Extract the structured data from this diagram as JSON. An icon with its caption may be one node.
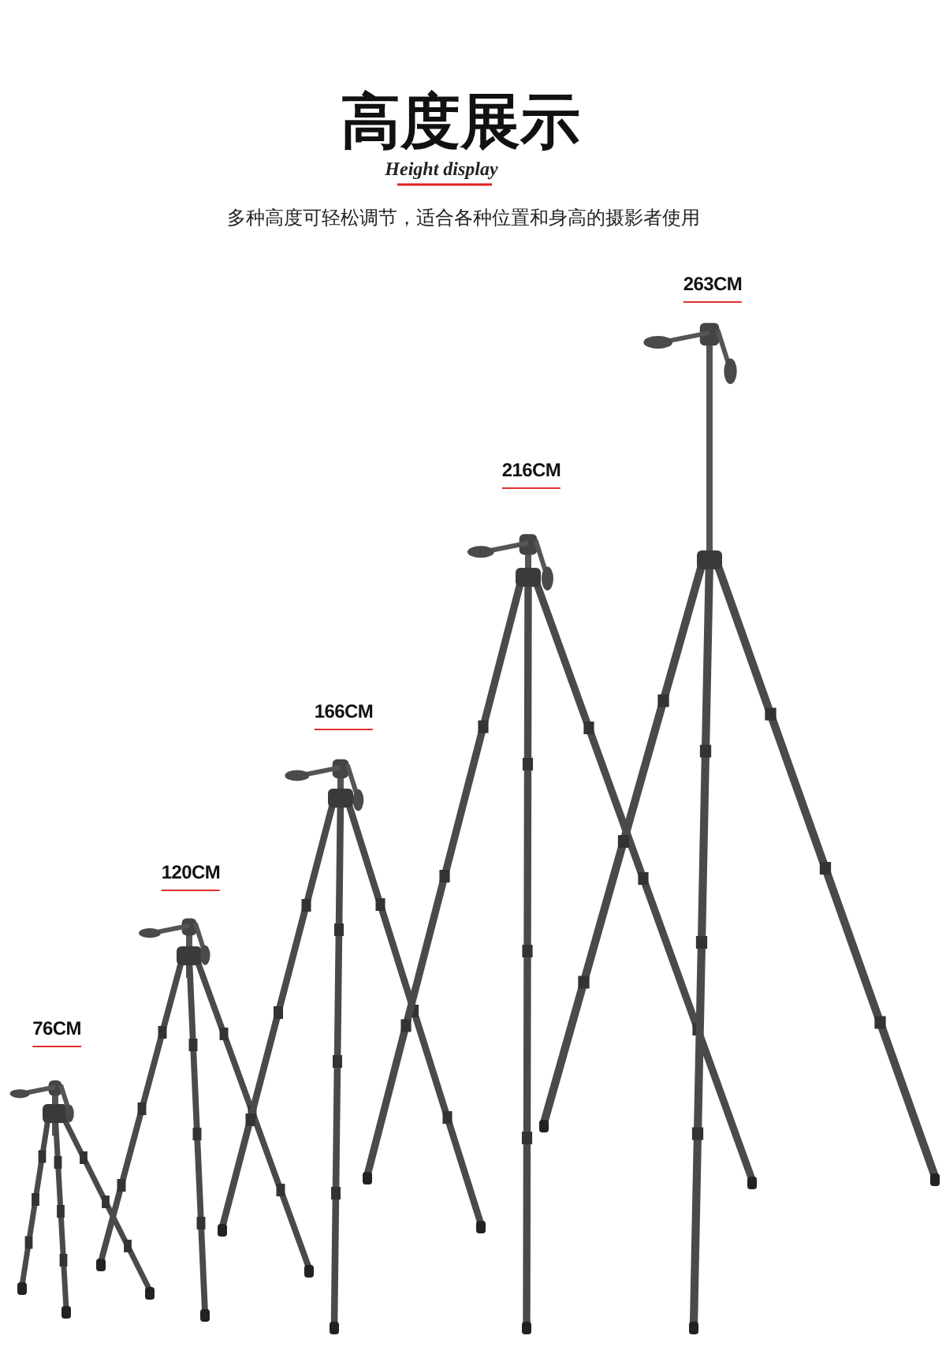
{
  "diagram": {
    "title": "高度展示",
    "labels": [
      "Height display",
      "多种高度可轻松调节，适合各种位置和身高的摄影者使用",
      "76CM",
      "120CM",
      "166CM",
      "216CM",
      "263CM"
    ]
  }
}
